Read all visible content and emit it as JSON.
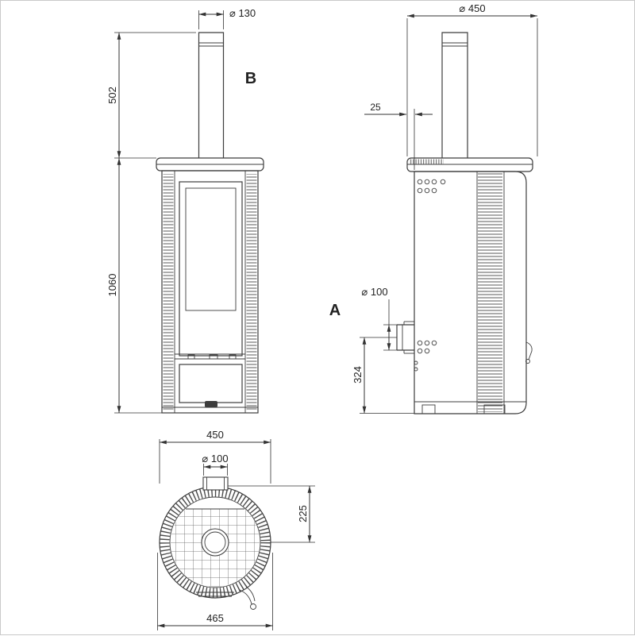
{
  "drawing": {
    "title": "stove-dimension-drawing",
    "front_view": {
      "label": "B",
      "dim_chimney_diameter": "⌀ 130",
      "dim_pipe_height": "502",
      "dim_body_height": "1060"
    },
    "side_view": {
      "label": "A",
      "dim_top_diameter": "⌀ 450",
      "dim_offset": "25",
      "dim_flue_diameter": "⌀ 100",
      "dim_flue_height": "324"
    },
    "top_view": {
      "dim_width": "450",
      "dim_flue_diameter": "⌀ 100",
      "dim_center_depth": "225",
      "dim_total_depth": "465"
    }
  }
}
